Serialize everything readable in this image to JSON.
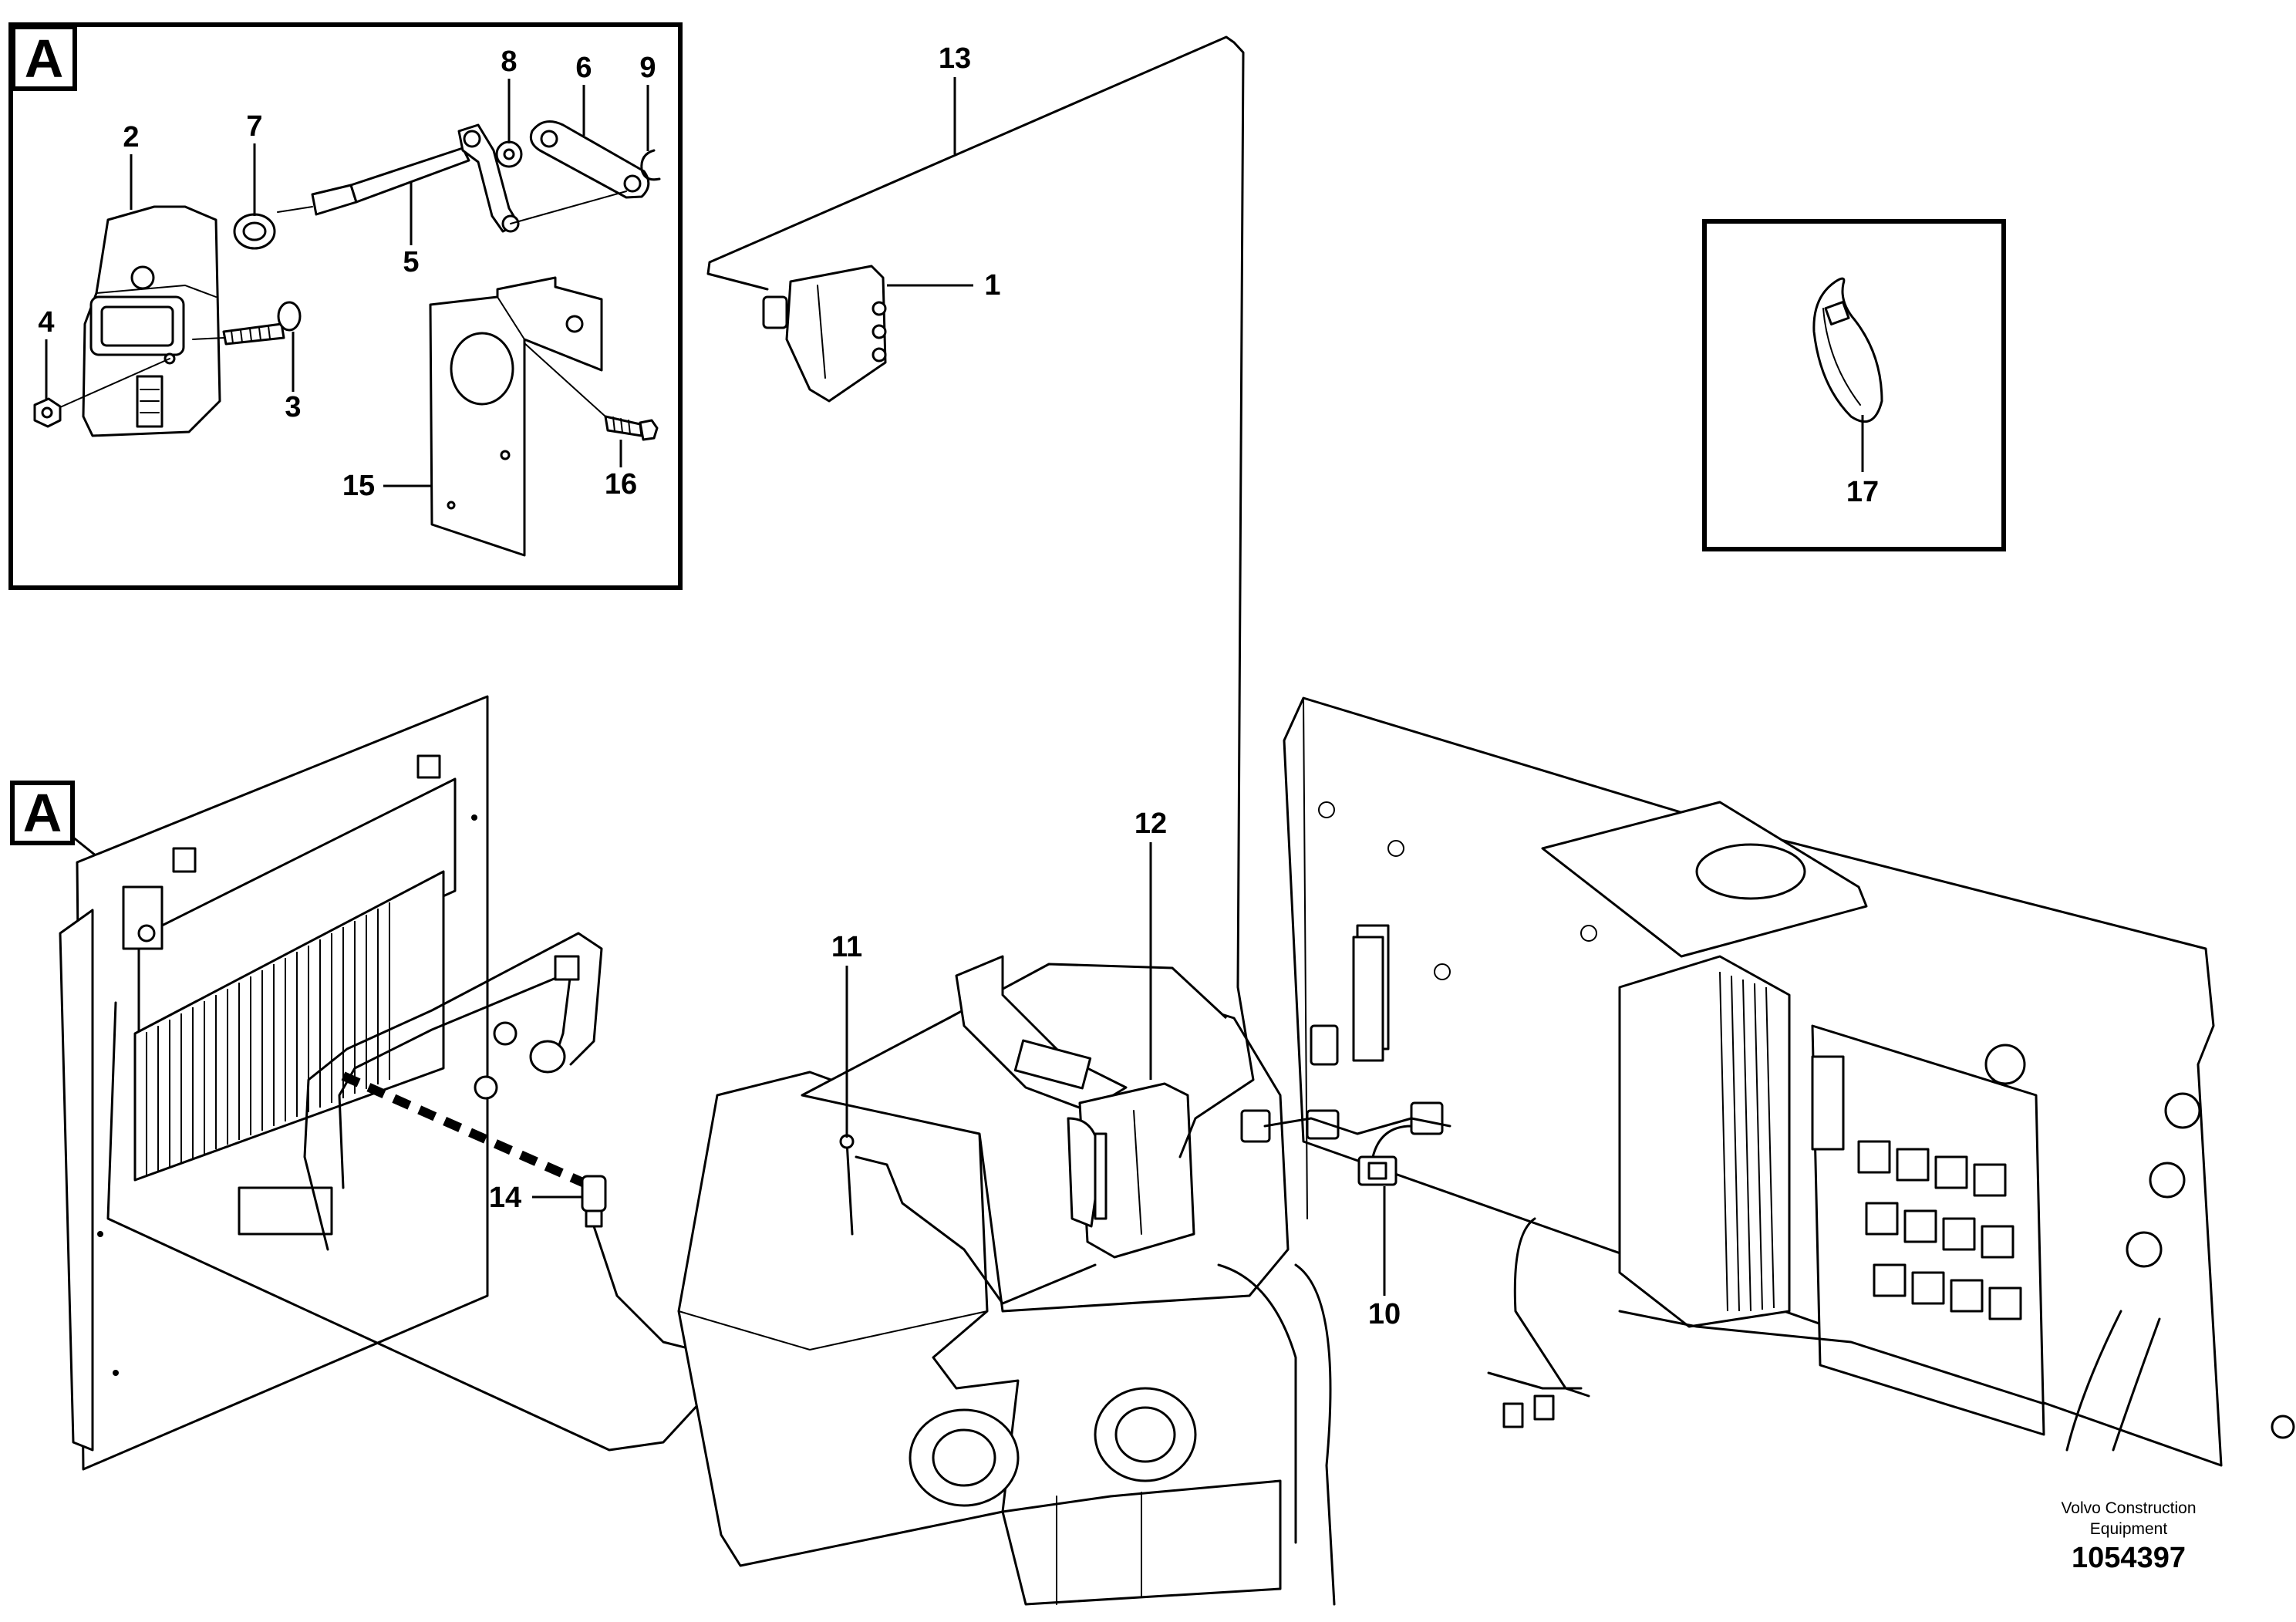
{
  "callouts": {
    "c1": "1",
    "c2": "2",
    "c3": "3",
    "c4": "4",
    "c5": "5",
    "c6": "6",
    "c7": "7",
    "c8": "8",
    "c9": "9",
    "c10": "10",
    "c11": "11",
    "c12": "12",
    "c13": "13",
    "c14": "14",
    "c15": "15",
    "c16": "16",
    "c17": "17"
  },
  "detail_view": {
    "inset_letter": "A",
    "main_letter": "A"
  },
  "footer": {
    "credit_line1": "Volvo Construction",
    "credit_line2": "Equipment",
    "drawing_number": "1054397"
  },
  "colors": {
    "ink": "#000000",
    "paper": "#ffffff"
  }
}
